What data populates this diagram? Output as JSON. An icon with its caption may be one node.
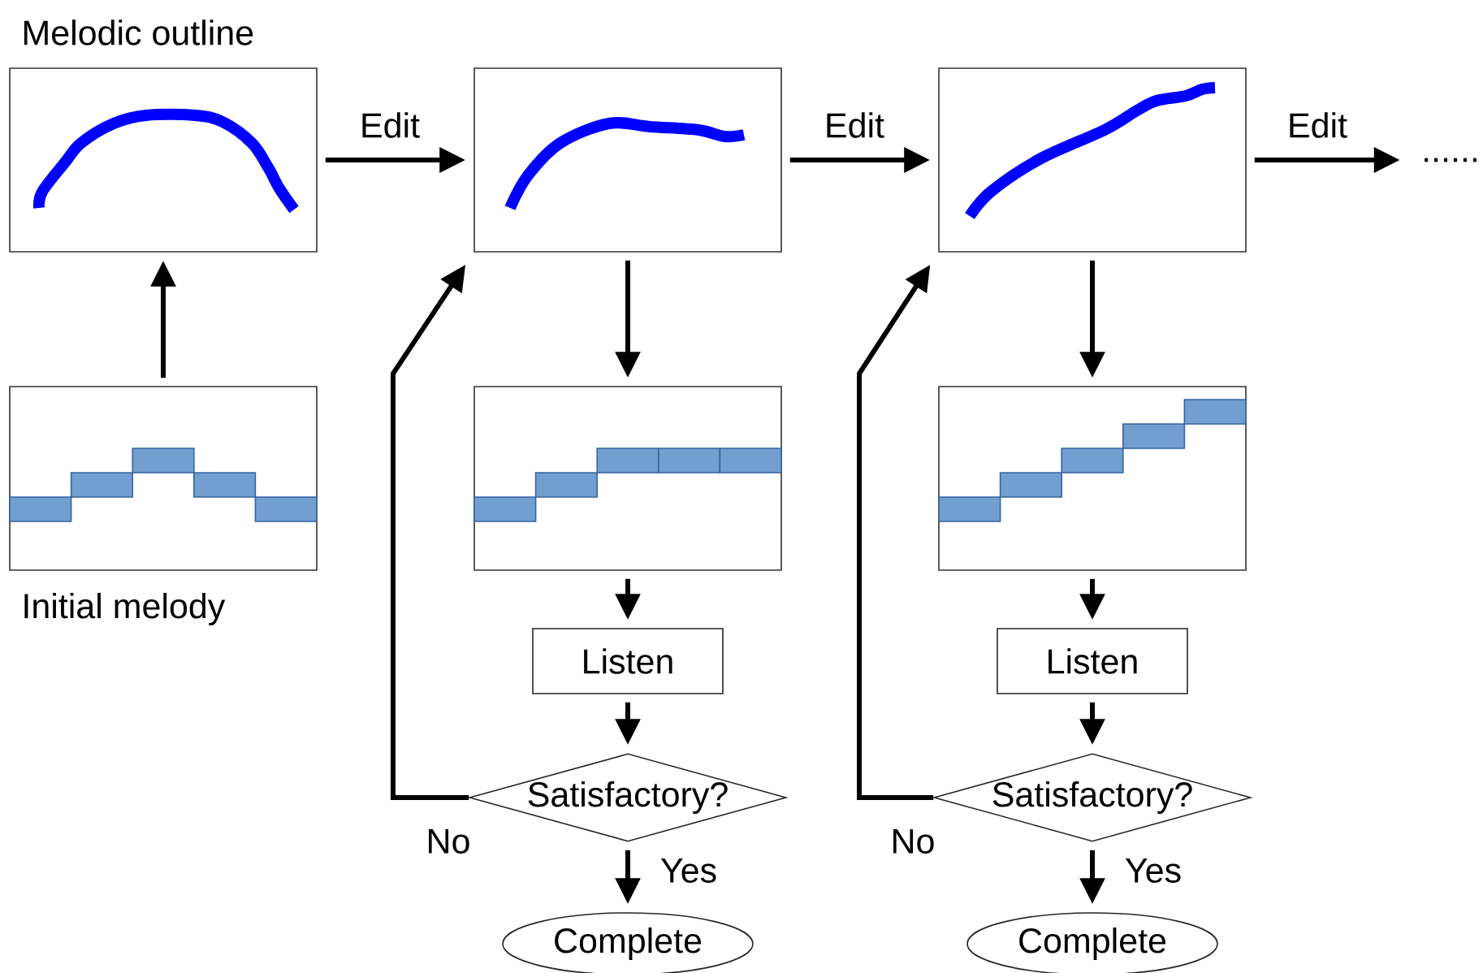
{
  "diagram": {
    "nodes": [
      {
        "text": [
          "Melodic outline"
        ]
      },
      {
        "text": [
          "Initial melody"
        ]
      },
      {
        "text": [],
        "shape": "picture"
      },
      {
        "text": [],
        "shape": "picture"
      },
      {
        "text": [
          "Listen"
        ]
      },
      {
        "text": [
          "Satisfactory?"
        ]
      },
      {
        "text": [
          "Complete"
        ]
      },
      {
        "text": [],
        "shape": "picture"
      },
      {
        "text": [],
        "shape": "picture"
      },
      {
        "text": [
          "Listen"
        ]
      },
      {
        "text": [
          "Satisfactory?"
        ]
      },
      {
        "text": [
          "Complete"
        ]
      },
      {
        "text": [
          "......"
        ]
      }
    ],
    "edges": [
      {
        "from": 1,
        "to": 0,
        "arrow": "to"
      },
      {
        "from": 0,
        "to": 2,
        "arrow": "to",
        "label": "Edit"
      },
      {
        "from": 2,
        "to": 3,
        "arrow": "to"
      },
      {
        "from": 3,
        "to": 4,
        "arrow": "to"
      },
      {
        "from": 4,
        "to": 5,
        "arrow": "to"
      },
      {
        "from": 5,
        "to": 6,
        "arrow": "to",
        "label": "Yes"
      },
      {
        "from": 5,
        "to": 2,
        "arrow": "to",
        "label": "No"
      },
      {
        "from": 2,
        "to": 7,
        "arrow": "to",
        "label": "Edit"
      },
      {
        "from": 7,
        "to": 8,
        "arrow": "to"
      },
      {
        "from": 8,
        "to": 9,
        "arrow": "to"
      },
      {
        "from": 9,
        "to": 10,
        "arrow": "to"
      },
      {
        "from": 10,
        "to": 11,
        "arrow": "to",
        "label": "Yes"
      },
      {
        "from": 10,
        "to": 7,
        "arrow": "to",
        "label": "No"
      },
      {
        "from": 7,
        "to": 12,
        "arrow": "to",
        "label": "Edit"
      }
    ]
  }
}
